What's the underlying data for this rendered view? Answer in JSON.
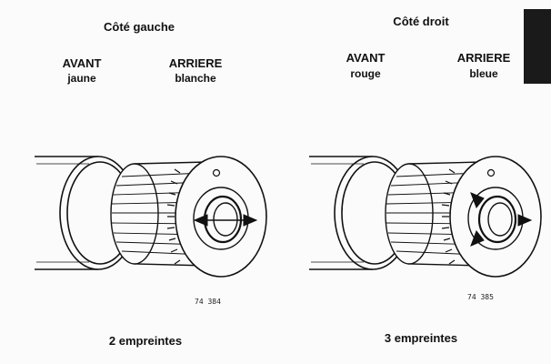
{
  "left": {
    "heading": "Côté gauche",
    "front_label": "AVANT",
    "front_color": "jaune",
    "rear_label": "ARRIERE",
    "rear_color": "blanche",
    "reference": "74 384",
    "caption": "2 empreintes",
    "notch_count": 2
  },
  "right": {
    "heading": "Côté droit",
    "front_label": "AVANT",
    "front_color": "rouge",
    "rear_label": "ARRIERE",
    "rear_color": "bleue",
    "reference": "74 385",
    "caption": "3 empreintes",
    "notch_count": 3
  },
  "colors": {
    "ink": "#111111",
    "paper": "#fbfbfb",
    "edge_block": "#1a1a1a"
  }
}
